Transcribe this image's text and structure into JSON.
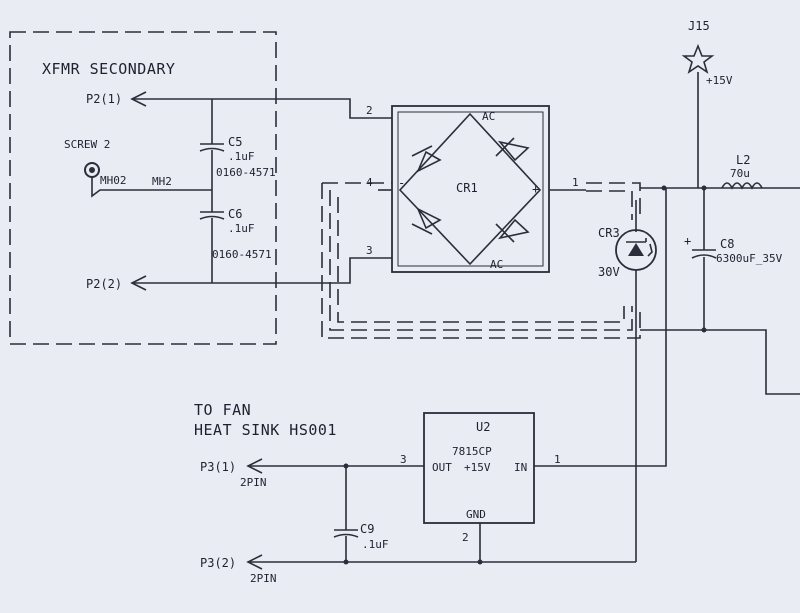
{
  "blocks": {
    "xfmr_title": "XFMR SECONDARY",
    "fan_title_line1": "TO FAN",
    "fan_title_line2": "HEAT SINK HS001"
  },
  "connectors": {
    "p2_1": "P2(1)",
    "p2_2": "P2(2)",
    "p3_1": "P3(1)",
    "p3_2": "P3(2)",
    "p3_1_pin": "2PIN",
    "p3_2_pin": "2PIN",
    "j15": "J15",
    "j15_value": "+15V"
  },
  "screw": {
    "label": "SCREW 2",
    "hole": "MH02",
    "net": "MH2"
  },
  "components": {
    "c5_ref": "C5",
    "c5_value": ".1uF",
    "c5_part": "0160-4571",
    "c6_ref": "C6",
    "c6_value": ".1uF",
    "c6_part": "0160-4571",
    "cr1_ref": "CR1",
    "cr1_ac_top": "AC",
    "cr1_ac_bottom": "AC",
    "cr1_plus": "+",
    "cr1_minus": "-",
    "cr1_pin2": "2",
    "cr1_pin4": "4",
    "cr1_pin3": "3",
    "cr1_pin1": "1",
    "cr3_ref": "CR3",
    "cr3_value": "30V",
    "l2_ref": "L2",
    "l2_value": "70u",
    "c8_ref": "C8",
    "c8_value": "6300uF_35V",
    "u2_ref": "U2",
    "u2_part": "7815CP",
    "u2_out": "OUT",
    "u2_v": "+15V",
    "u2_in": "IN",
    "u2_gnd": "GND",
    "u2_pin3": "3",
    "u2_pin1": "1",
    "u2_pin2": "2",
    "c9_ref": "C9",
    "c9_value": ".1uF"
  }
}
